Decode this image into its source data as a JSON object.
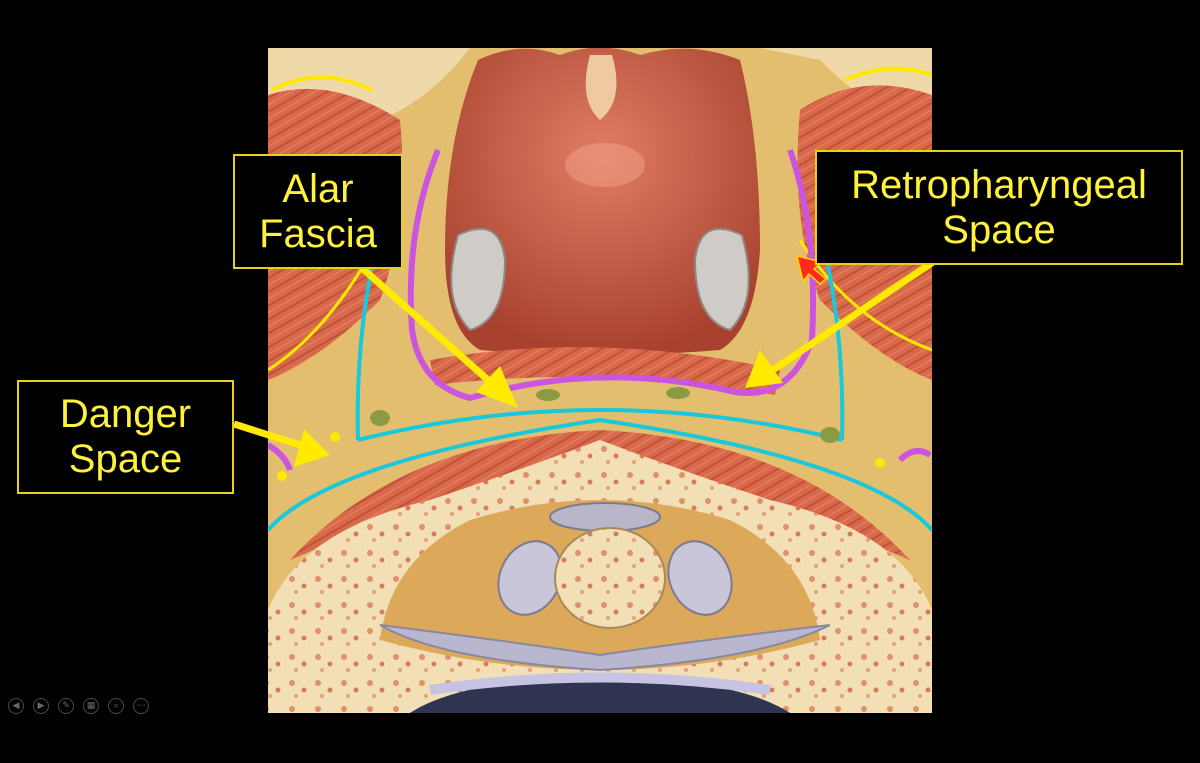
{
  "slide": {
    "labels": {
      "alar_fascia": [
        "Alar",
        "Fascia"
      ],
      "retropharyngeal_space": [
        "Retropharyngeal",
        "Space"
      ],
      "danger_space": [
        "Danger",
        "Space"
      ]
    },
    "colors": {
      "callout_text": "#fff23a",
      "callout_border": "#e6d21a",
      "arrow": "#ffea00",
      "alar_fascia_line": "#cc55e0",
      "prevertebral_fascia_line": "#19c8dc",
      "background": "#000000"
    }
  },
  "controls": [
    {
      "icon": "previous-icon",
      "glyph": "◀"
    },
    {
      "icon": "next-icon",
      "glyph": "▶"
    },
    {
      "icon": "pen-icon",
      "glyph": "✎"
    },
    {
      "icon": "slides-grid-icon",
      "glyph": "▦"
    },
    {
      "icon": "zoom-icon",
      "glyph": "⌕"
    },
    {
      "icon": "more-options-icon",
      "glyph": "⋯"
    }
  ]
}
